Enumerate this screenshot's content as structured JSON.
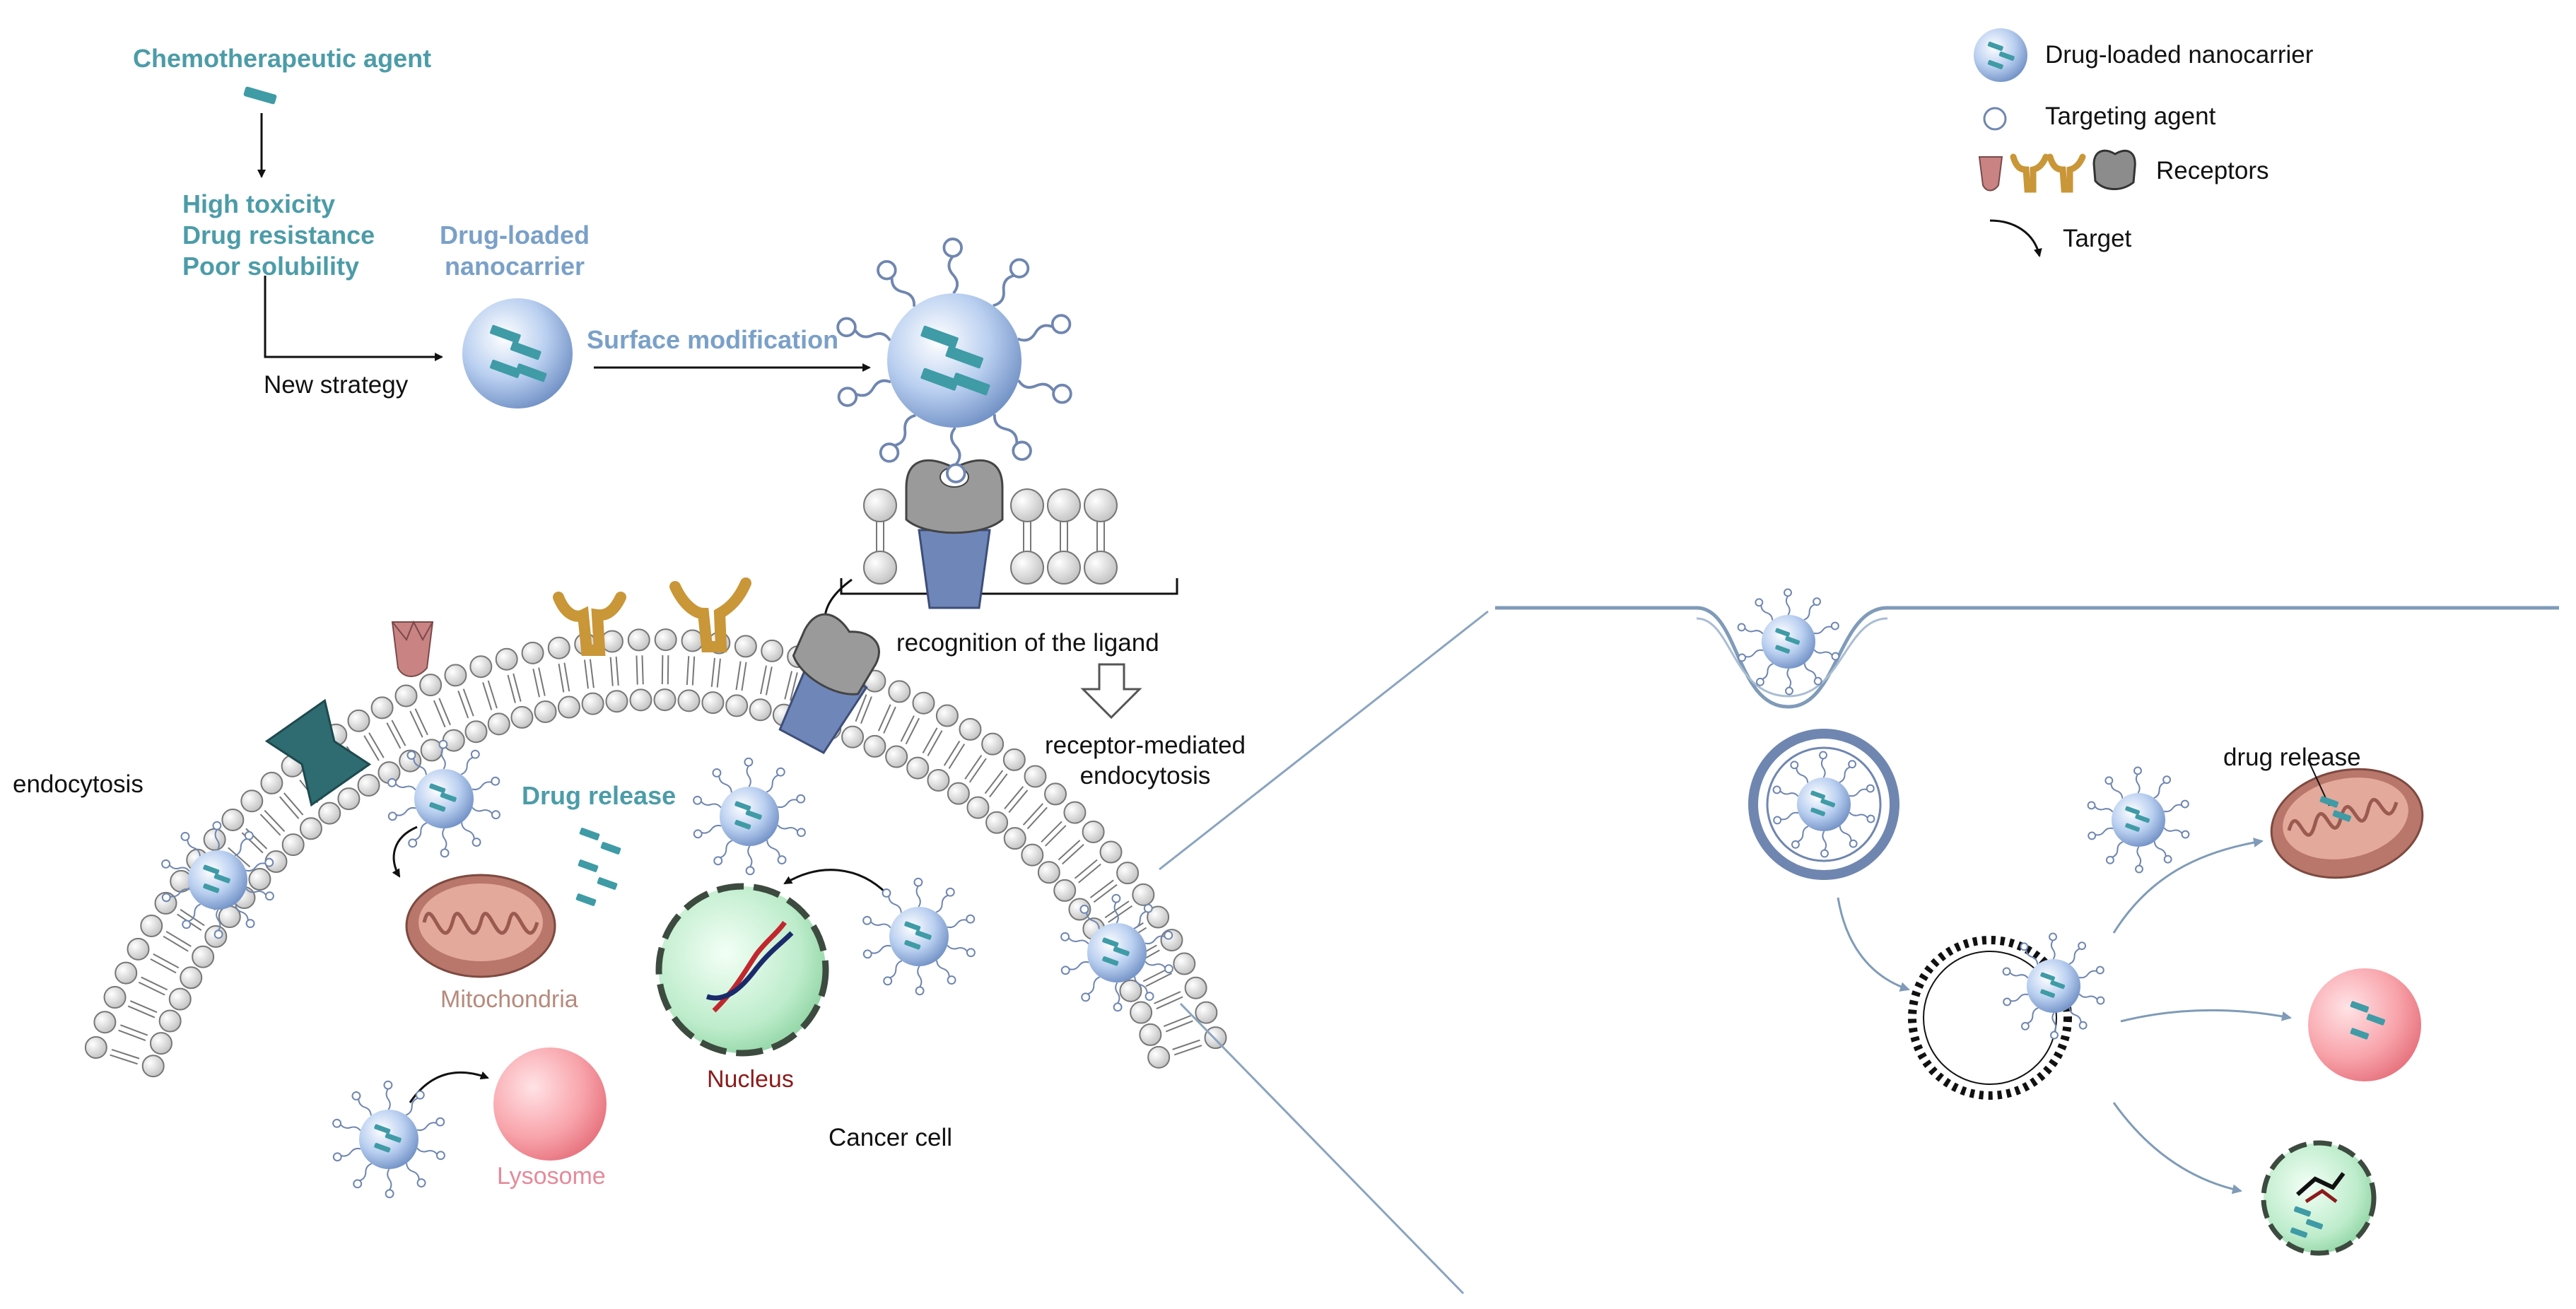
{
  "left": {
    "chemo_agent": "Chemotherapeutic agent",
    "problems": [
      "High toxicity",
      "Drug resistance",
      "Poor solubility"
    ],
    "new_strategy": "New strategy",
    "nanocarrier_label": [
      "Drug-loaded",
      "nanocarrier"
    ],
    "surface_modification": "Surface modification",
    "recognition": "recognition of the ligand",
    "receptor_mediated": [
      "receptor-mediated",
      "endocytosis"
    ],
    "endocytosis": "endocytosis",
    "drug_release": "Drug release",
    "mitochondria": "Mitochondria",
    "lysosome": "Lysosome",
    "nucleus": "Nucleus",
    "cancer_cell": "Cancer cell"
  },
  "legend": {
    "nanocarrier": "Drug-loaded nanocarrier",
    "targeting_agent": "Targeting agent",
    "receptors": "Receptors",
    "target": "Target"
  },
  "right": {
    "drug_release": "drug release"
  },
  "colors": {
    "teal_text": "#4c9ca8",
    "blue_text": "#7aa0c8",
    "nanoparticle": "#a9c3e6",
    "drug": "#3f9ba6",
    "mitochondria": "#b9766a",
    "lysosome": "#f49aa0",
    "nucleus": "#b8e8c6",
    "membrane_head": "#d6d6d6",
    "line": "#7f9bb8"
  }
}
